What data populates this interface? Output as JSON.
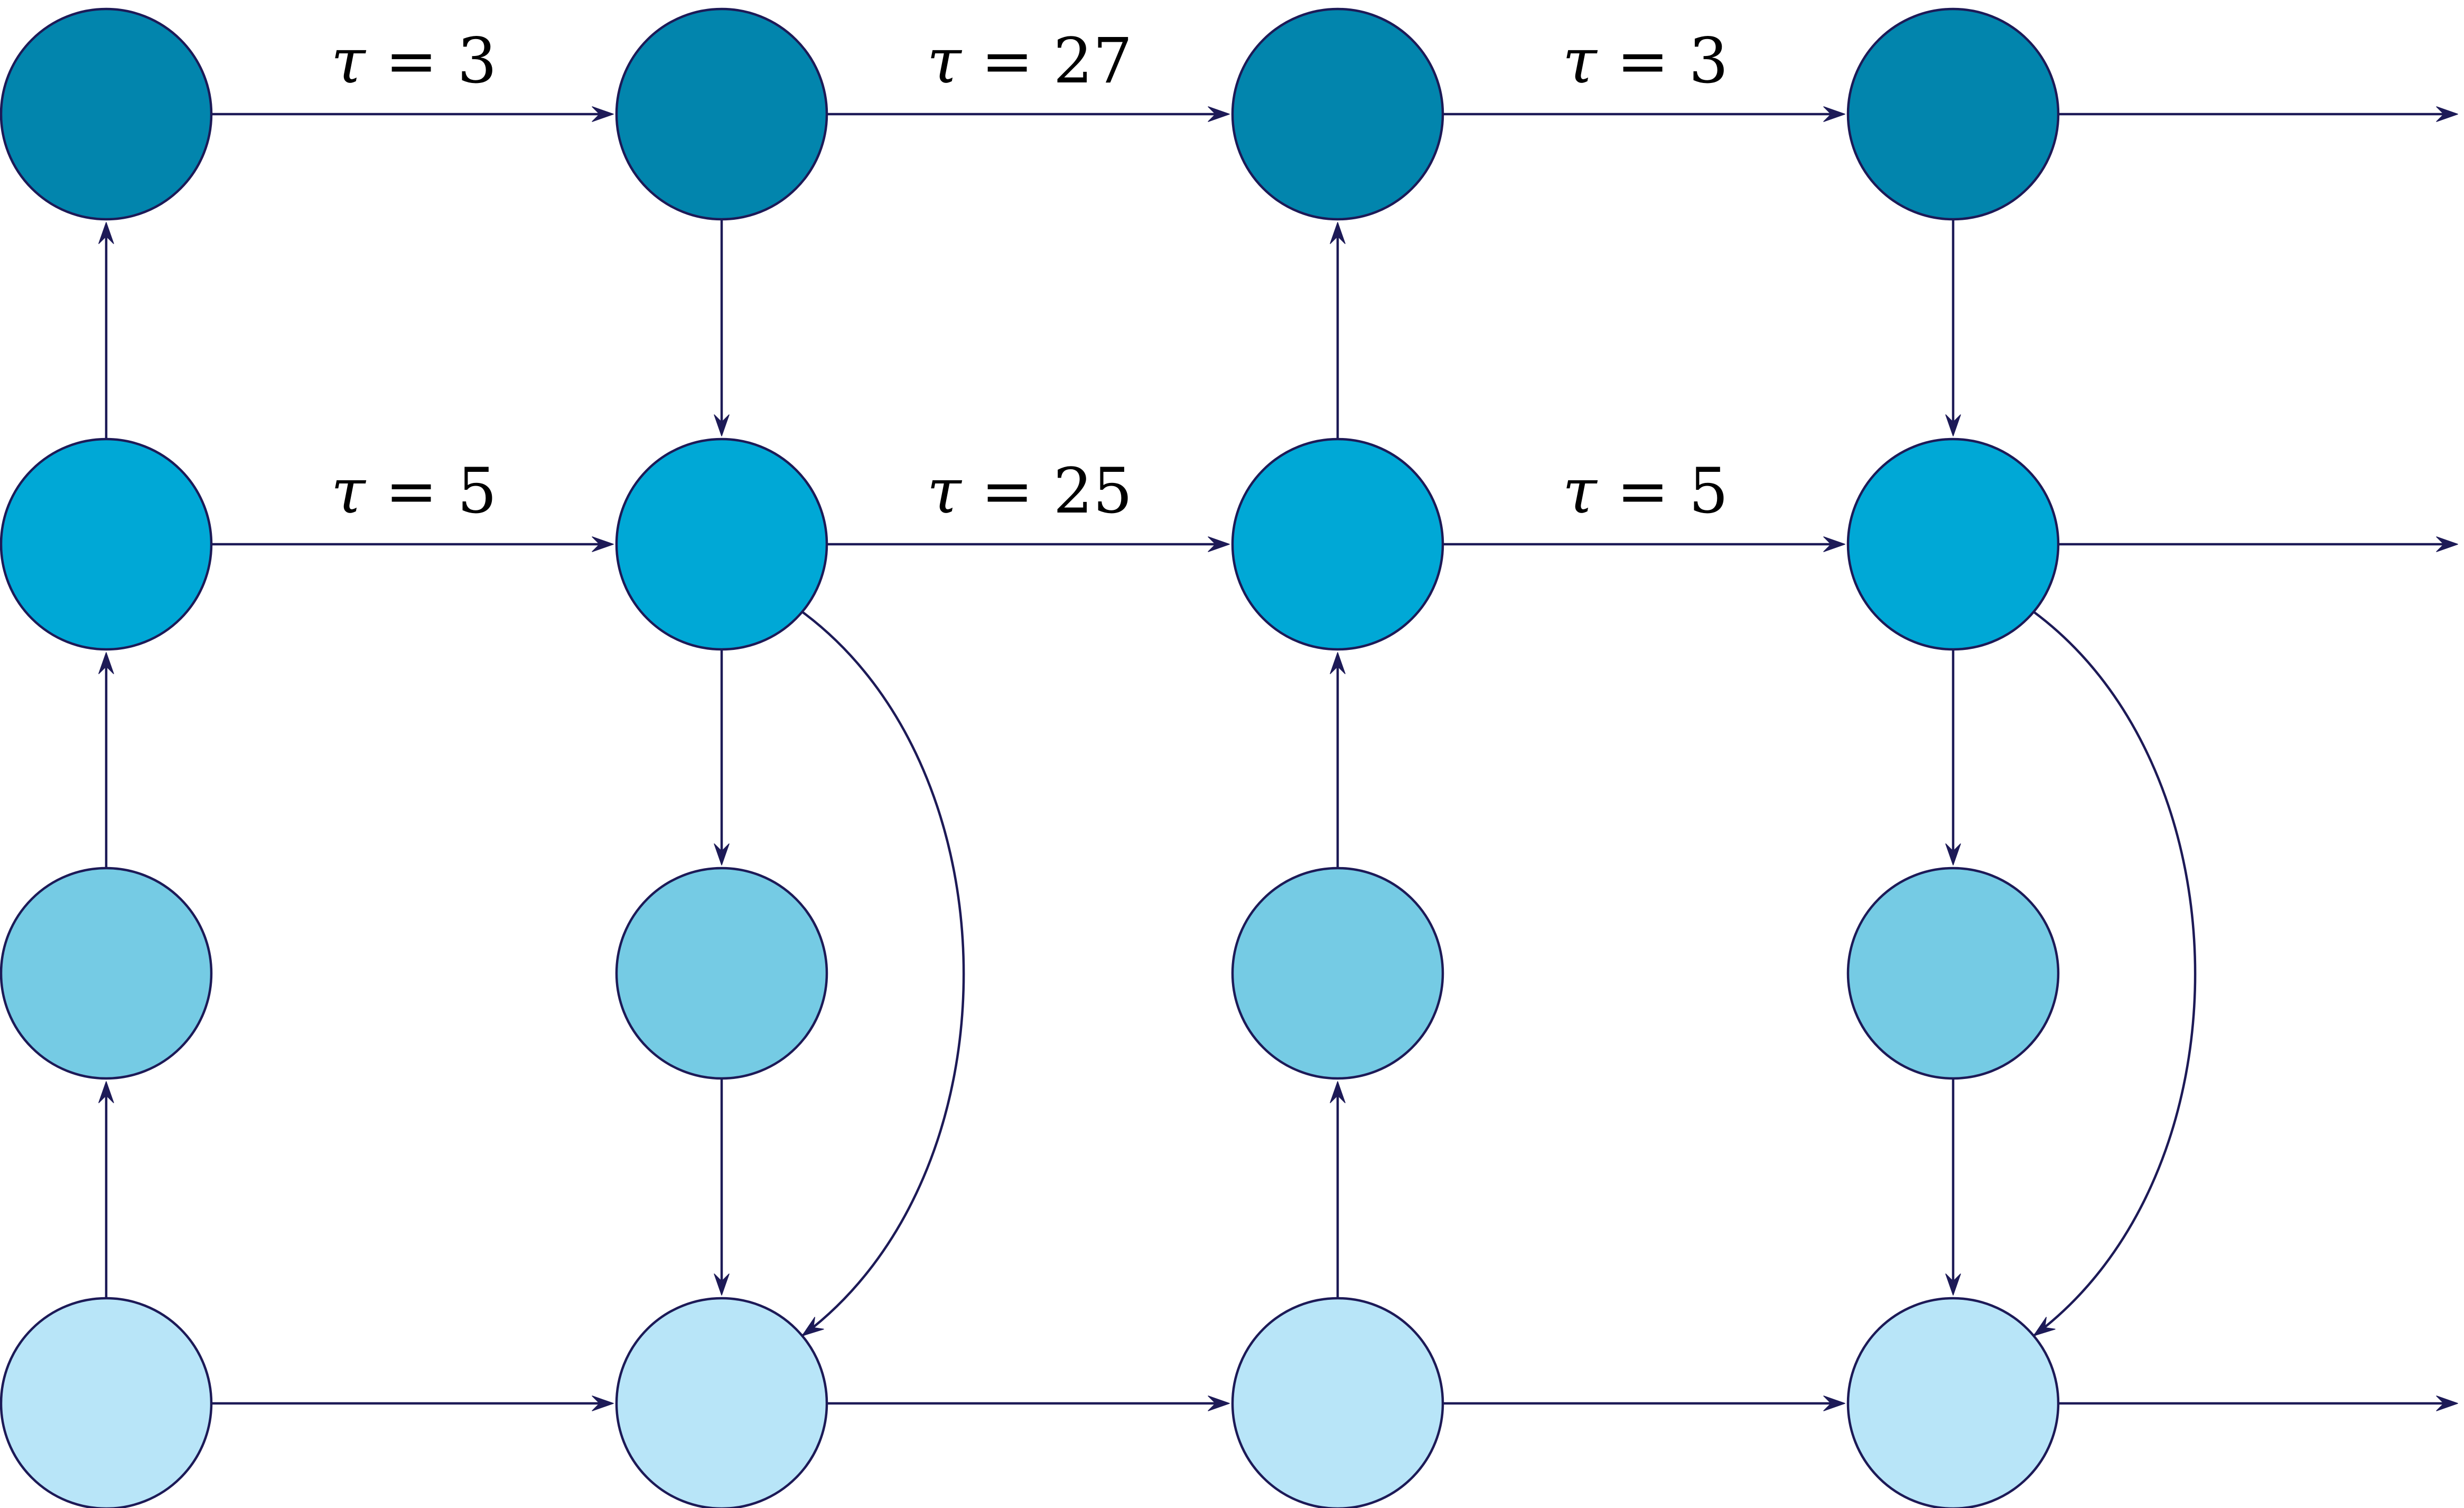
{
  "colors": {
    "row0_fill": "#0285AD",
    "row1_fill": "#00A8D6",
    "row2_fill": "#75CBE4",
    "row3_fill": "#B8E5F8",
    "stroke": "#1D1A57",
    "background": "#FFFFFF"
  },
  "nodes": [
    {
      "id": "n00",
      "row": 0,
      "col": 0
    },
    {
      "id": "n01",
      "row": 0,
      "col": 1
    },
    {
      "id": "n02",
      "row": 0,
      "col": 2
    },
    {
      "id": "n03",
      "row": 0,
      "col": 3
    },
    {
      "id": "n10",
      "row": 1,
      "col": 0
    },
    {
      "id": "n11",
      "row": 1,
      "col": 1
    },
    {
      "id": "n12",
      "row": 1,
      "col": 2
    },
    {
      "id": "n13",
      "row": 1,
      "col": 3
    },
    {
      "id": "n20",
      "row": 2,
      "col": 0
    },
    {
      "id": "n21",
      "row": 2,
      "col": 1
    },
    {
      "id": "n22",
      "row": 2,
      "col": 2
    },
    {
      "id": "n23",
      "row": 2,
      "col": 3
    },
    {
      "id": "n30",
      "row": 3,
      "col": 0
    },
    {
      "id": "n31",
      "row": 3,
      "col": 1
    },
    {
      "id": "n32",
      "row": 3,
      "col": 2
    },
    {
      "id": "n33",
      "row": 3,
      "col": 3
    }
  ],
  "edges": [
    {
      "from": "n00",
      "to": "n01",
      "label_symbol": "τ",
      "label_eq": " = ",
      "label_value": "3"
    },
    {
      "from": "n01",
      "to": "n02",
      "label_symbol": "τ",
      "label_eq": " = ",
      "label_value": "27"
    },
    {
      "from": "n02",
      "to": "n03",
      "label_symbol": "τ",
      "label_eq": " = ",
      "label_value": "3"
    },
    {
      "from": "n03",
      "to": "right-out"
    },
    {
      "from": "n10",
      "to": "n11",
      "label_symbol": "τ",
      "label_eq": " = ",
      "label_value": "5"
    },
    {
      "from": "n11",
      "to": "n12",
      "label_symbol": "τ",
      "label_eq": " = ",
      "label_value": "25"
    },
    {
      "from": "n12",
      "to": "n13",
      "label_symbol": "τ",
      "label_eq": " = ",
      "label_value": "5"
    },
    {
      "from": "n13",
      "to": "right-out"
    },
    {
      "from": "n30",
      "to": "n31"
    },
    {
      "from": "n31",
      "to": "n32"
    },
    {
      "from": "n32",
      "to": "n33"
    },
    {
      "from": "n33",
      "to": "right-out"
    },
    {
      "from": "n10",
      "to": "n00"
    },
    {
      "from": "n20",
      "to": "n10"
    },
    {
      "from": "n30",
      "to": "n20"
    },
    {
      "from": "n01",
      "to": "n11"
    },
    {
      "from": "n11",
      "to": "n21"
    },
    {
      "from": "n21",
      "to": "n31"
    },
    {
      "from": "n11",
      "to": "n31",
      "curved": true
    },
    {
      "from": "n12",
      "to": "n02"
    },
    {
      "from": "n22",
      "to": "n12"
    },
    {
      "from": "n32",
      "to": "n22"
    },
    {
      "from": "n03",
      "to": "n13"
    },
    {
      "from": "n13",
      "to": "n23"
    },
    {
      "from": "n23",
      "to": "n33"
    },
    {
      "from": "n13",
      "to": "n33",
      "curved": true
    }
  ]
}
